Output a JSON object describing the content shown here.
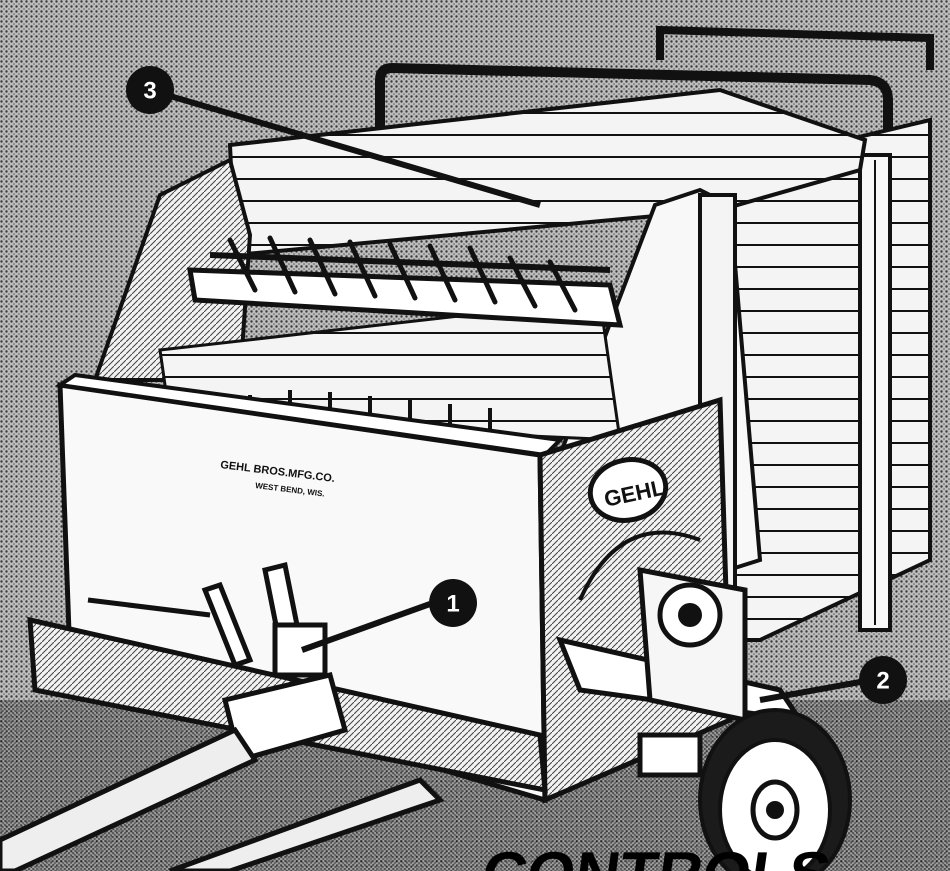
{
  "illustration": {
    "logo_text": "GEHL",
    "maker_plate_line1": "GEHL BROS.MFG.CO.",
    "maker_plate_line2": "WEST BEND, WIS.",
    "callouts": [
      {
        "id": "callout-1",
        "label": "1"
      },
      {
        "id": "callout-2",
        "label": "2"
      },
      {
        "id": "callout-3",
        "label": "3"
      }
    ],
    "bottom_heading_partial": "CONTROLS"
  }
}
